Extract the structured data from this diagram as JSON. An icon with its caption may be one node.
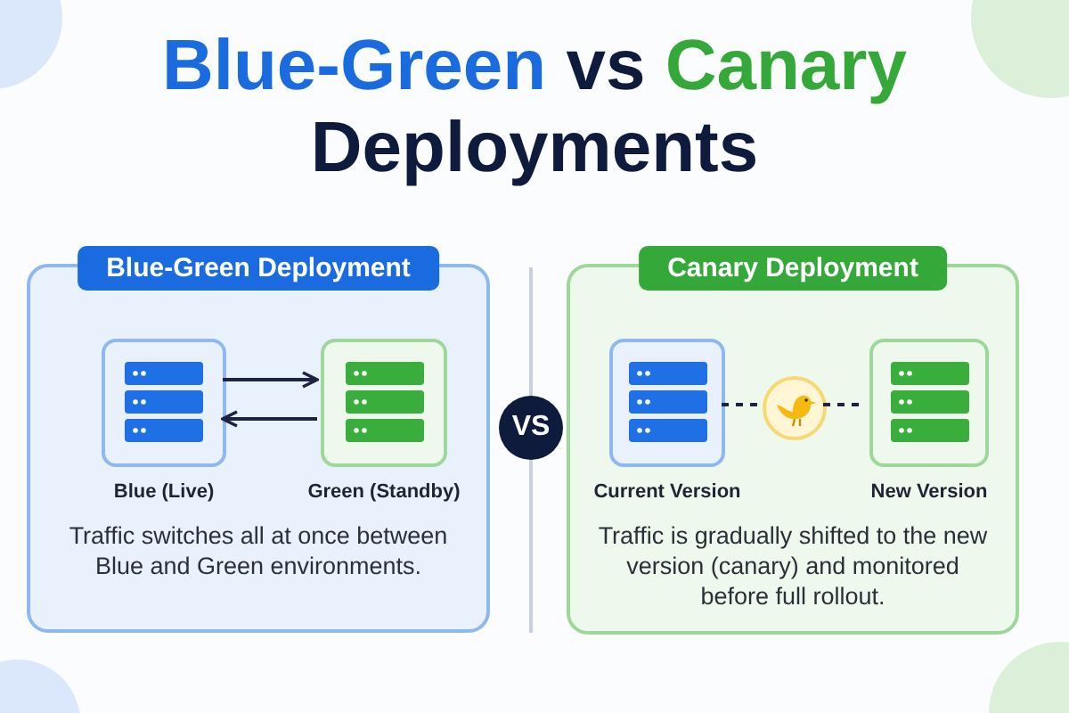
{
  "diagram": {
    "title": "Blue-Green vs Canary Deployments",
    "nodes": [
      {
        "text": [
          "Blue-Green Deployment",
          "Traffic switches all at once between Blue and Green environments."
        ]
      },
      {
        "text": [],
        "shape": "box",
        "in": 0,
        "beside": [
          "Blue (Live)"
        ]
      },
      {
        "text": [],
        "shape": "box",
        "in": 0,
        "beside": [
          "Green (Standby)"
        ]
      },
      {
        "text": [
          "VS"
        ]
      },
      {
        "text": [
          "Canary Deployment",
          "Traffic is gradually shifted to the new version (canary) and monitored before full rollout."
        ]
      },
      {
        "text": [],
        "shape": "box",
        "in": 4,
        "beside": [
          "Current Version"
        ]
      },
      {
        "text": [],
        "shape": "circle",
        "in": 4
      },
      {
        "text": [],
        "shape": "box",
        "in": 4,
        "beside": [
          "New Version"
        ]
      }
    ],
    "edges": [
      {
        "from": 1,
        "to": 2,
        "arrow": "to"
      },
      {
        "from": 2,
        "to": 1,
        "arrow": "to"
      },
      {
        "from": 5,
        "to": 6,
        "arrow": "none",
        "style": "dashed"
      },
      {
        "from": 6,
        "to": 7,
        "arrow": "none",
        "style": "dashed"
      }
    ]
  }
}
